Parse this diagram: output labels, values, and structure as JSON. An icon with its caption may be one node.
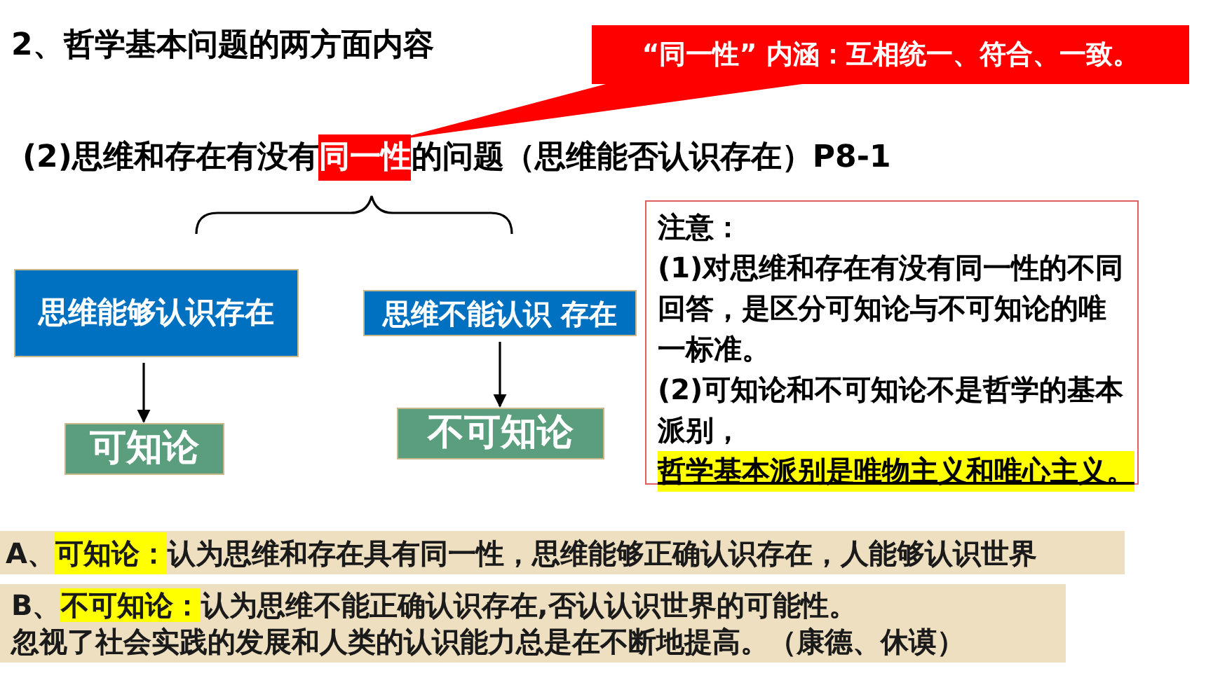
{
  "diagram": {
    "title": "2、哲学基本问题的两方面内容",
    "nodes": [
      {
        "text": [
          "“同一性” 内涵：互相统一、符合、一致。"
        ]
      },
      {
        "text": [
          "(2)思维和存在有没有",
          "同一性",
          "的问题（思维能否认识存在）P8-1"
        ]
      },
      {
        "text": [
          "思维能够认识存在"
        ]
      },
      {
        "text": [
          "思维不能认识 存在"
        ]
      },
      {
        "text": [
          "可知论"
        ]
      },
      {
        "text": [
          "不可知论"
        ]
      },
      {
        "text": [
          "注意：",
          "(1)对思维和存在有没有同一性的不同回答，是区分可知论与不可知论的唯一标准。",
          "(2)可知论和不可知论不是哲学的基本派别，",
          "哲学基本派别是唯物主义和唯心主义。"
        ]
      },
      {
        "text": [
          "A、",
          "可知论：",
          "认为思维和存在具有同一性，思维能够正确认识存在，人能够认识世界"
        ]
      },
      {
        "text": [
          "B、",
          "不可知论：",
          "认为思维不能正确认识存在,否认认识世界的可能性。",
          "忽视了社会实践的发展和人类的认识能力总是在不断地提高。（康德、休谟）"
        ]
      }
    ],
    "edges": [
      {
        "from": 0,
        "to": 1,
        "arrow": "none",
        "color": "#ff0000"
      },
      {
        "from": 2,
        "to": 4,
        "arrow": "to"
      },
      {
        "from": 3,
        "to": 5,
        "arrow": "to"
      }
    ]
  }
}
